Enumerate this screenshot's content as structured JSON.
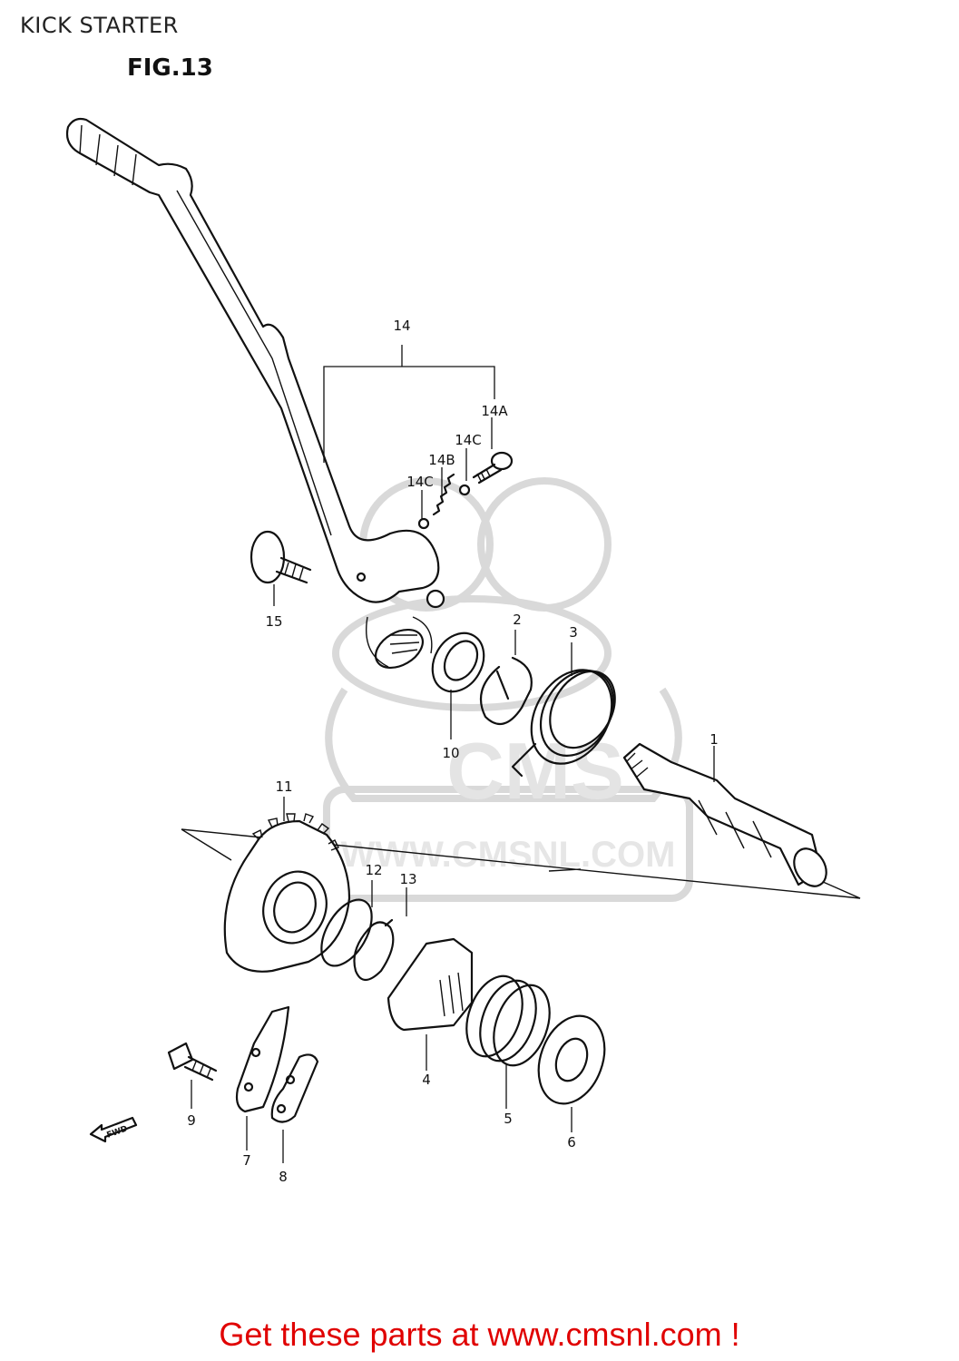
{
  "header": {
    "title": "KICK STARTER",
    "figure": "FIG.13"
  },
  "watermark": {
    "text": "WWW.CMSNL.COM",
    "logo": "CMS"
  },
  "direction_badge": "FWD",
  "callouts": [
    "1",
    "2",
    "3",
    "4",
    "5",
    "6",
    "7",
    "8",
    "9",
    "10",
    "11",
    "12",
    "13",
    "14",
    "14A",
    "14B",
    "14C",
    "14C",
    "15"
  ],
  "callout_map": {
    "c1": "1",
    "c2": "2",
    "c3": "3",
    "c4": "4",
    "c5": "5",
    "c6": "6",
    "c7": "7",
    "c8": "8",
    "c9": "9",
    "c10": "10",
    "c11": "11",
    "c12": "12",
    "c13": "13",
    "c14": "14",
    "c14a": "14A",
    "c14b": "14B",
    "c14c1": "14C",
    "c14c2": "14C",
    "c15": "15"
  },
  "footer": {
    "cta": "Get these parts at www.cmsnl.com !"
  },
  "colors": {
    "line": "#111111",
    "watermark": "#d9d9d9",
    "cta": "#e00000"
  }
}
